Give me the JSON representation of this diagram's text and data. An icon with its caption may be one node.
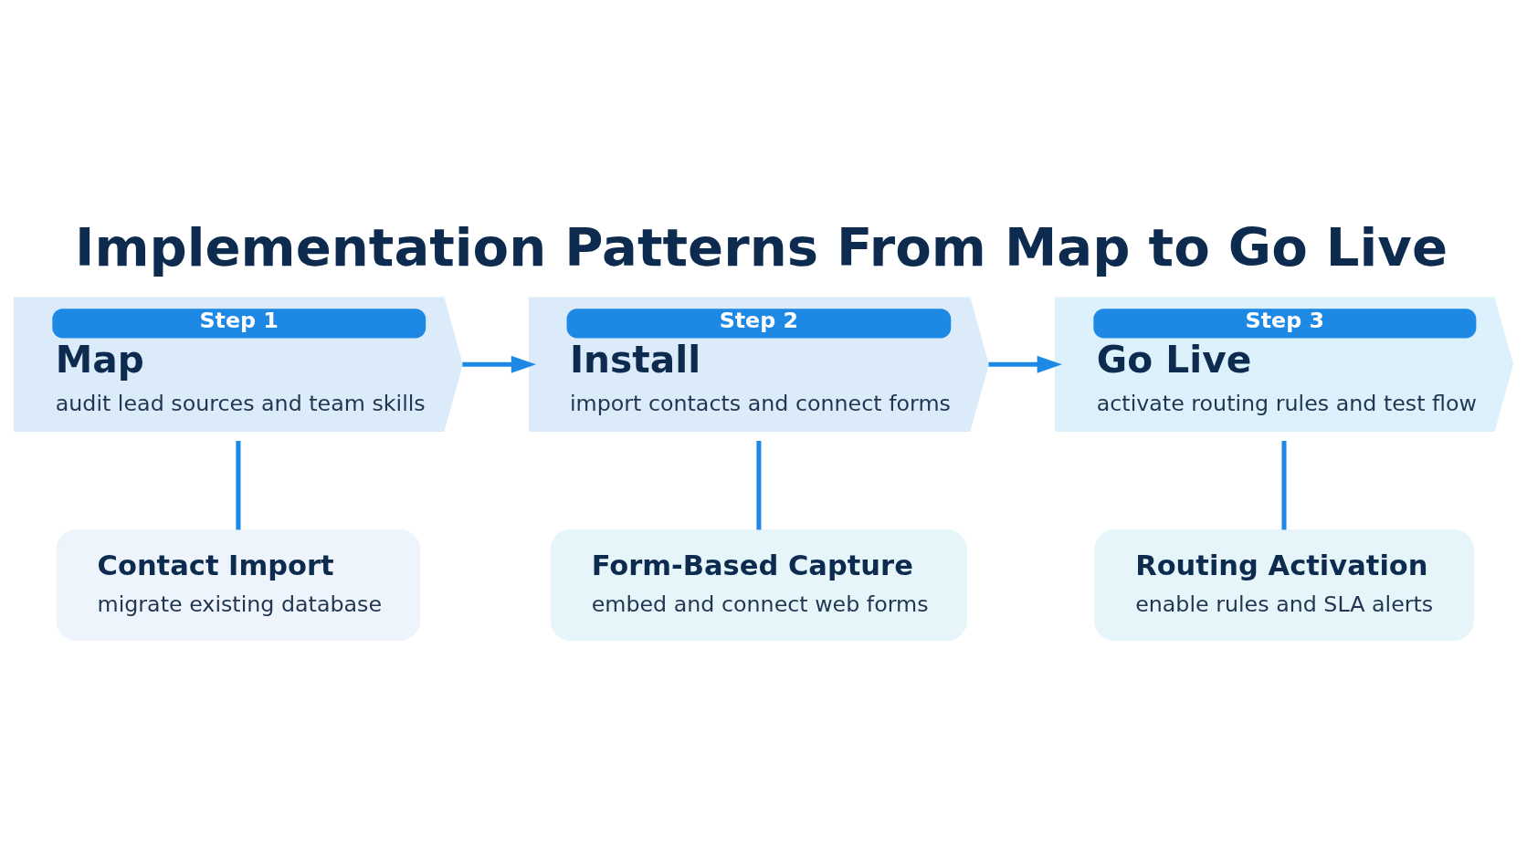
{
  "diagram": {
    "title": "Implementation Patterns From Map to Go Live",
    "nodes": [
      {
        "text": [
          "Step 1",
          "Map",
          "audit lead sources and team skills"
        ]
      },
      {
        "text": [
          "Step 2",
          "Install",
          "import contacts and connect forms"
        ]
      },
      {
        "text": [
          "Step 3",
          "Go Live",
          "activate routing rules and test flow"
        ]
      },
      {
        "text": [
          "Contact Import",
          "migrate existing database"
        ]
      },
      {
        "text": [
          "Form-Based Capture",
          "embed and connect web forms"
        ]
      },
      {
        "text": [
          "Routing Activation",
          "enable rules and SLA alerts"
        ]
      }
    ],
    "edges": [
      {
        "from": 0,
        "to": 1,
        "arrow": "to"
      },
      {
        "from": 1,
        "to": 2,
        "arrow": "to"
      },
      {
        "from": 0,
        "to": 3,
        "arrow": "none"
      },
      {
        "from": 1,
        "to": 4,
        "arrow": "none"
      },
      {
        "from": 2,
        "to": 5,
        "arrow": "none"
      }
    ]
  }
}
